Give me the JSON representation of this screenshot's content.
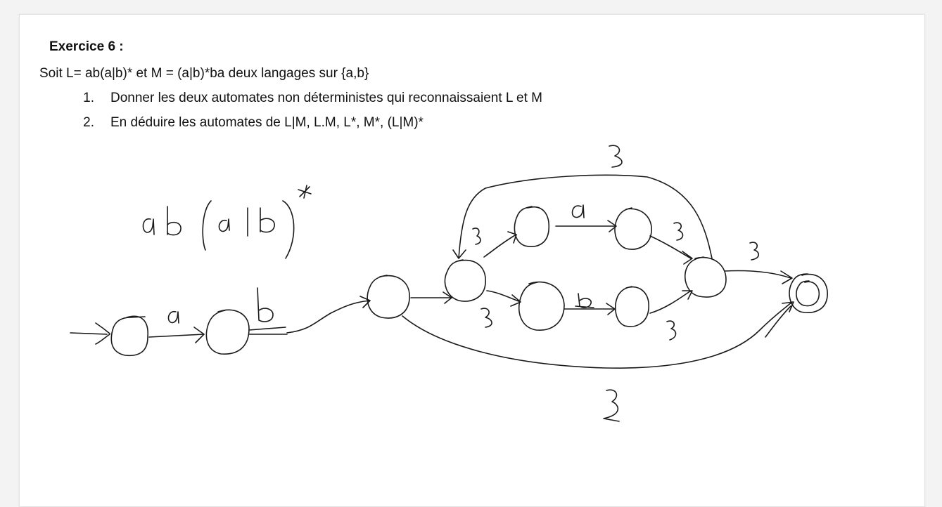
{
  "exercise": {
    "title": "Exercice 6 :",
    "statement": "Soit L= ab(a|b)* et M = (a|b)*ba deux langages sur {a,b}",
    "tasks": [
      {
        "number": "1.",
        "text": "Donner les deux automates non déterministes qui reconnaissaient L et M"
      },
      {
        "number": "2.",
        "text": "En déduire les automates de L|M, L.M, L*, M*, (L|M)*"
      }
    ]
  },
  "sketch": {
    "regex_annotation": "ab(a|b)*",
    "ink_color": "#1a1a1a",
    "states": [
      "s0",
      "s1",
      "s2",
      "s3",
      "s4",
      "s5",
      "s6",
      "s7",
      "s8",
      "s9"
    ],
    "accepting_states": [
      "s9"
    ],
    "transitions": [
      {
        "from": "start",
        "to": "s0",
        "label": ""
      },
      {
        "from": "s0",
        "to": "s1",
        "label": "a"
      },
      {
        "from": "s1",
        "to": "s2",
        "label": "b"
      },
      {
        "from": "s2",
        "to": "s3",
        "label": ""
      },
      {
        "from": "s3",
        "to": "s4",
        "label": "ε"
      },
      {
        "from": "s3",
        "to": "s6",
        "label": "ε"
      },
      {
        "from": "s4",
        "to": "s5",
        "label": "a"
      },
      {
        "from": "s6",
        "to": "s7",
        "label": "b"
      },
      {
        "from": "s5",
        "to": "s8",
        "label": "ε"
      },
      {
        "from": "s7",
        "to": "s8",
        "label": "ε"
      },
      {
        "from": "s8",
        "to": "s3",
        "label": "ε"
      },
      {
        "from": "s8",
        "to": "s9",
        "label": "ε"
      },
      {
        "from": "s2",
        "to": "s9",
        "label": "ε"
      }
    ]
  }
}
